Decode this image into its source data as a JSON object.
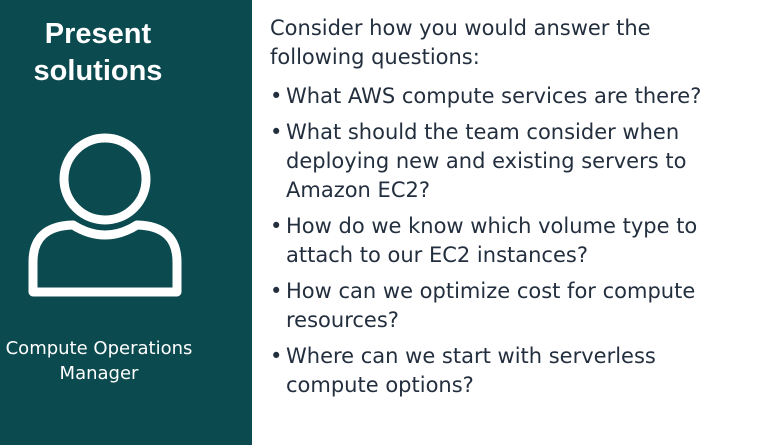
{
  "left_panel": {
    "title_line1": "Present",
    "title_line2": "solutions",
    "icon": "person-icon",
    "role_line1": "Compute Operations",
    "role_line2": "Manager",
    "background_color": "#0b4a4f"
  },
  "content": {
    "intro": "Consider how you would answer the following questions:",
    "bullet_symbol": "•",
    "questions": [
      "What AWS compute services are there?",
      "What should the team consider when deploying new and existing servers to Amazon EC2?",
      "How do we know which volume type to attach to our EC2 instances?",
      "How can we optimize cost for compute resources?",
      "Where can we start with serverless compute options?"
    ],
    "text_color": "#232f3e"
  }
}
